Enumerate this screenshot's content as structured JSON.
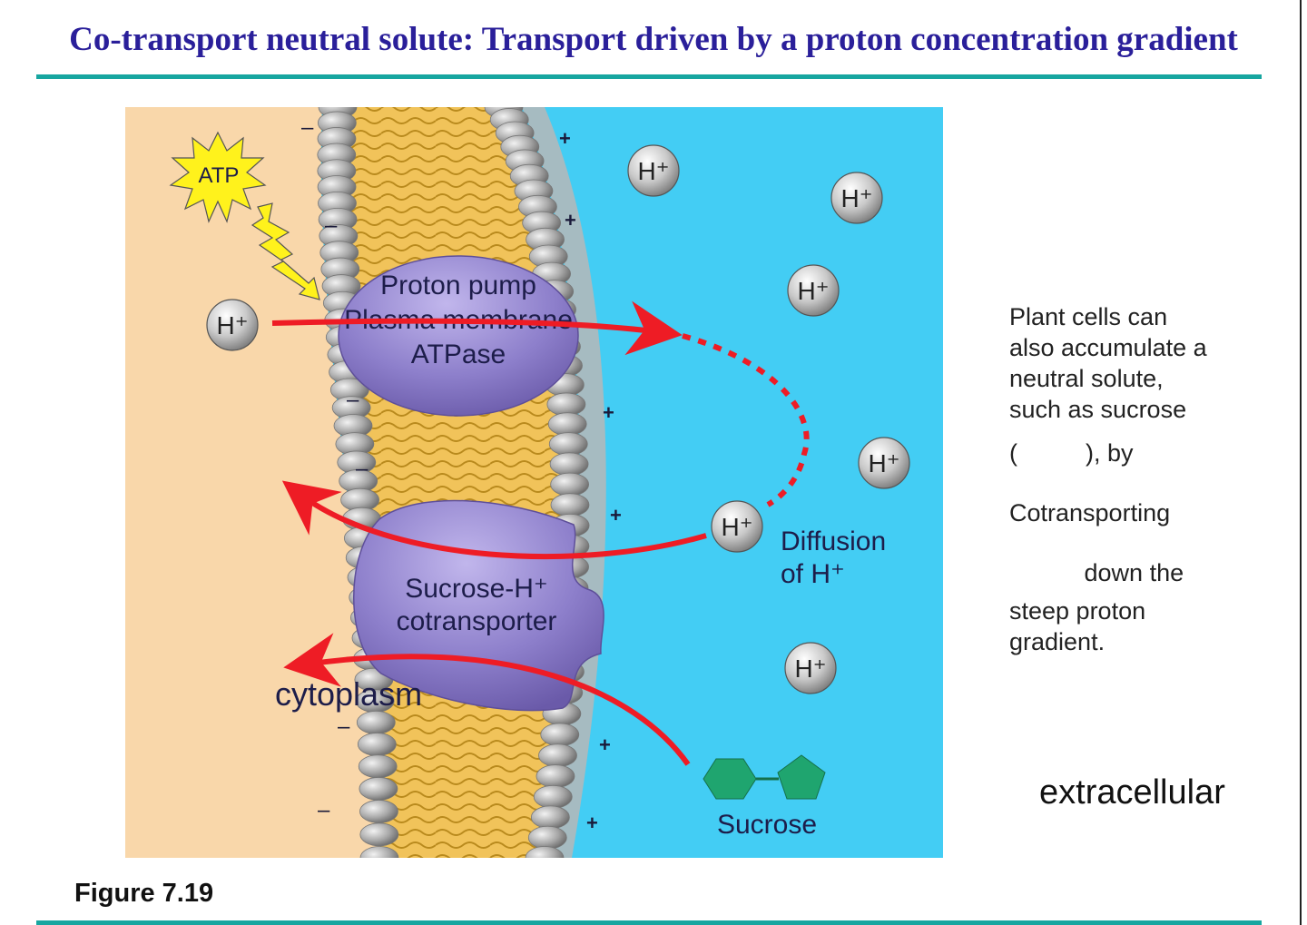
{
  "title": "Co-transport neutral solute: Transport driven by a proton concentration gradient",
  "figure_label": "Figure 7.19",
  "diagram": {
    "atp_label": "ATP",
    "proton_pump_lines": [
      "Proton pump",
      "Plasma membrane",
      "ATPase"
    ],
    "cotransporter_lines": [
      "Sucrose-H⁺",
      "cotransporter"
    ],
    "diffusion_lines": [
      "Diffusion",
      "of H⁺"
    ],
    "h_ion_label": "H⁺",
    "cytoplasm_label": "cytoplasm",
    "sucrose_label": "Sucrose",
    "extracellular_label": "extracellular",
    "inside_charge": "–",
    "outside_charge": "+",
    "colors": {
      "cytoplasm": "#f9d7aa",
      "extracellular": "#43cdf4",
      "lipid_tails": "#e9b646",
      "protein": "#8d7fcb",
      "arrow": "#ee1c25",
      "sucrose": "#1fa56f",
      "atp": "#fff21c",
      "title": "#2a1f9a",
      "rule": "#17a6a0"
    }
  },
  "side_note": {
    "lines": [
      "Plant cells can",
      "also accumulate a",
      "neutral solute,",
      "such as sucrose",
      "(          ), by",
      "",
      "Cotransporting",
      "",
      "           down the",
      "steep proton",
      "gradient."
    ]
  }
}
